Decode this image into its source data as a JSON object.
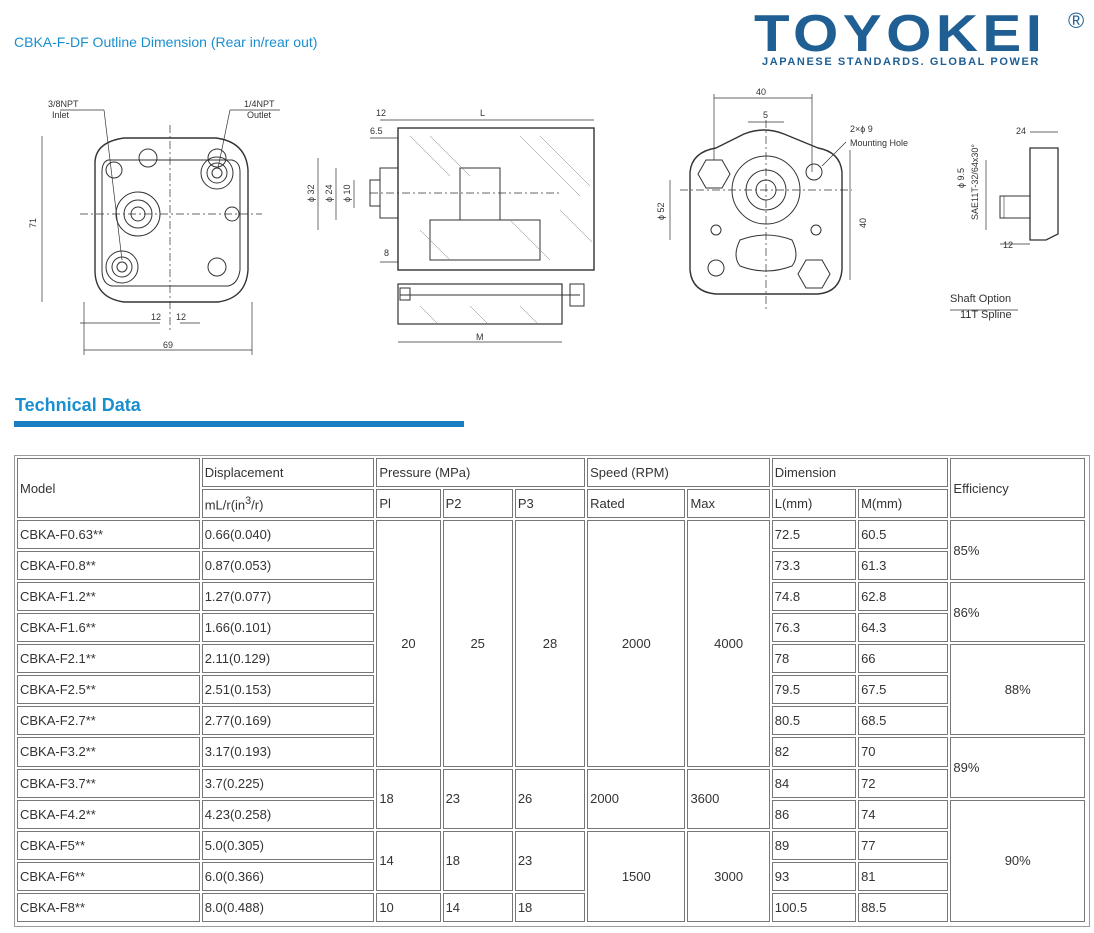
{
  "header": {
    "page_title": "CBKA-F-DF Outline Dimension (Rear in/rear out)",
    "logo_word": "TOYOKEI",
    "logo_reg": "®",
    "tagline": "JAPANESE STANDARDS. GLOBAL POWER",
    "brand_color": "#1f5f94",
    "accent_color": "#1a8fd0"
  },
  "drawing": {
    "front": {
      "inlet_size": "3/8NPT",
      "inlet": "Inlet",
      "outlet_size": "1/4NPT",
      "outlet": "Outlet",
      "height": "71",
      "d12a": "12",
      "d12b": "12",
      "width": "69"
    },
    "side": {
      "d12": "12",
      "L": "L",
      "d6_5": "6.5",
      "phi32": "ϕ 32",
      "phi24": "ϕ 24",
      "phi10": "ϕ 10",
      "d8": "8",
      "M": "M"
    },
    "rear": {
      "d40": "40",
      "d5": "5",
      "holes": "2×ϕ 9",
      "mounting": "Mounting Hole",
      "phi52": "ϕ 52",
      "v40": "40"
    },
    "shaft": {
      "phi9_5": "ϕ 9.5",
      "sae": "SAE11T-32/64x30°",
      "d24": "24",
      "d12": "12",
      "option": "Shaft Option",
      "spline": "11T Spline"
    }
  },
  "section": {
    "title": "Technical Data"
  },
  "table": {
    "headers": {
      "model": "Model",
      "displacement": "Displacement",
      "disp_unit": "mL/r(in",
      "disp_unit_sup": "3",
      "disp_unit_end": "/r)",
      "pressure": "Pressure (MPa)",
      "p1": "Pl",
      "p2": "P2",
      "p3": "P3",
      "speed": "Speed (RPM)",
      "rated": "Rated",
      "max": "Max",
      "dimension": "Dimension",
      "l": "L(mm)",
      "m": "M(mm)",
      "efficiency": "Efficiency"
    },
    "rows": [
      {
        "model": "CBKA-F0.63**",
        "disp": "0.66(0.040)",
        "l": "72.5",
        "m": "60.5"
      },
      {
        "model": "CBKA-F0.8**",
        "disp": "0.87(0.053)",
        "l": "73.3",
        "m": "61.3"
      },
      {
        "model": "CBKA-F1.2**",
        "disp": "1.27(0.077)",
        "l": "74.8",
        "m": "62.8"
      },
      {
        "model": "CBKA-F1.6**",
        "disp": "1.66(0.101)",
        "l": "76.3",
        "m": "64.3"
      },
      {
        "model": "CBKA-F2.1**",
        "disp": "2.11(0.129)",
        "l": "78",
        "m": "66"
      },
      {
        "model": "CBKA-F2.5**",
        "disp": "2.51(0.153)",
        "l": "79.5",
        "m": "67.5"
      },
      {
        "model": "CBKA-F2.7**",
        "disp": "2.77(0.169)",
        "l": "80.5",
        "m": "68.5"
      },
      {
        "model": "CBKA-F3.2**",
        "disp": "3.17(0.193)",
        "l": "82",
        "m": "70"
      },
      {
        "model": "CBKA-F3.7**",
        "disp": "3.7(0.225)",
        "l": "84",
        "m": "72"
      },
      {
        "model": "CBKA-F4.2**",
        "disp": "4.23(0.258)",
        "l": "86",
        "m": "74"
      },
      {
        "model": "CBKA-F5**",
        "disp": "5.0(0.305)",
        "l": "89",
        "m": "77"
      },
      {
        "model": "CBKA-F6**",
        "disp": "6.0(0.366)",
        "l": "93",
        "m": "81"
      },
      {
        "model": "CBKA-F8**",
        "disp": "8.0(0.488)",
        "l": "100.5",
        "m": "88.5"
      }
    ],
    "group1": {
      "p1": "20",
      "p2": "25",
      "p3": "28",
      "rated": "2000",
      "max": "4000"
    },
    "group2": {
      "p1": "18",
      "p2": "23",
      "p3": "26",
      "rated": "2000",
      "max": "3600"
    },
    "group3": {
      "p1": "14",
      "p2": "18",
      "p3": "23",
      "rated": "1500",
      "max": "3000"
    },
    "group4": {
      "p1": "10",
      "p2": "14",
      "p3": "18"
    },
    "efficiency": {
      "e1": "85%",
      "e2": "86%",
      "e3": "88%",
      "e4": "89%",
      "e5": "90%"
    }
  }
}
